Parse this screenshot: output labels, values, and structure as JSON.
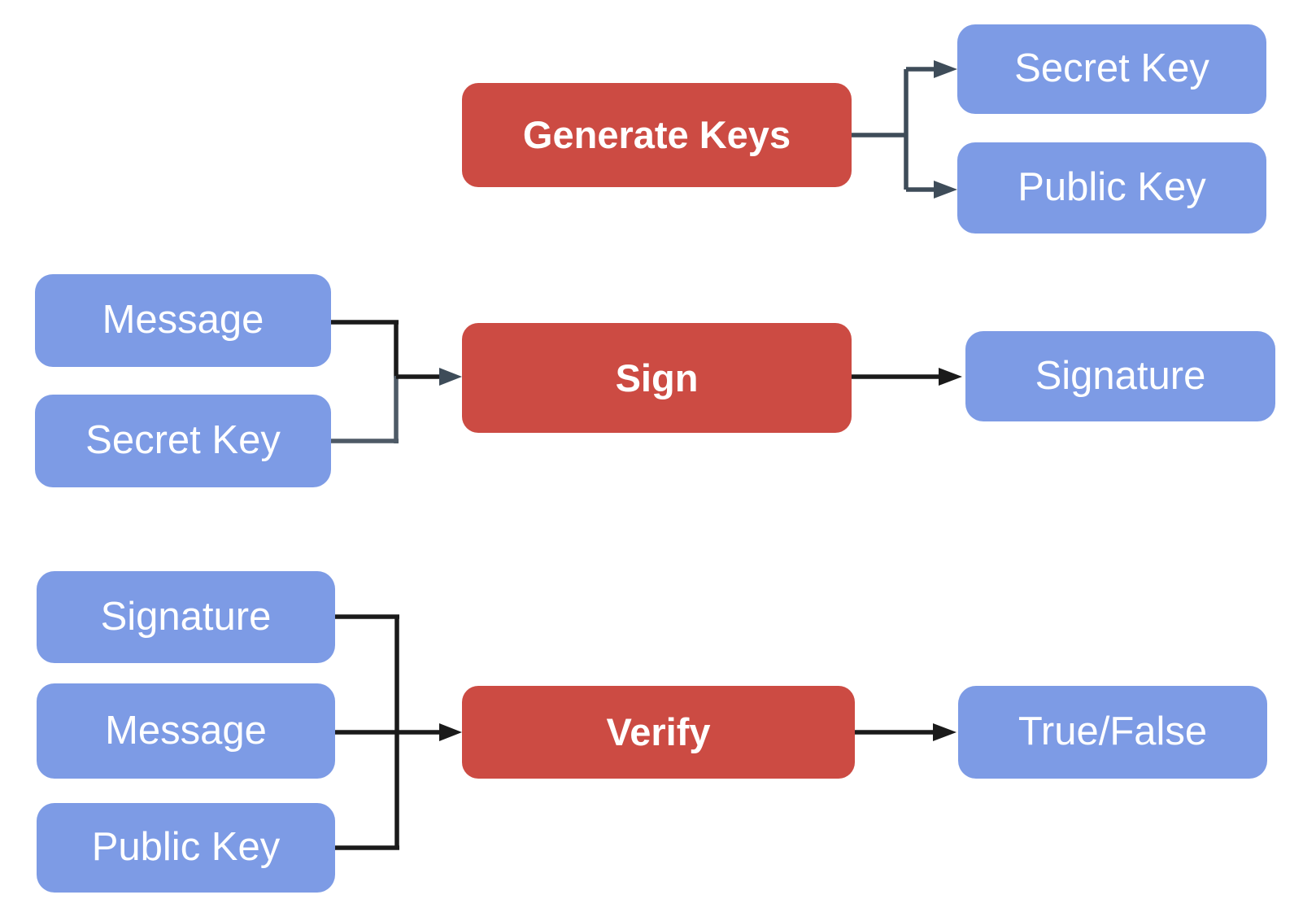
{
  "colors": {
    "process_fill": "#CC4B43",
    "data_fill": "#7D9BE5",
    "connector_slate": "#3E4C59",
    "connector_black": "#1A1A1A",
    "connector_gray": "#4E5A66",
    "label_color": "#FFFFFF",
    "background": "#FFFFFF"
  },
  "diagram": {
    "type": "flowchart",
    "flows": [
      {
        "process": "Generate Keys",
        "inputs": [],
        "outputs": [
          "Secret Key",
          "Public Key"
        ]
      },
      {
        "process": "Sign",
        "inputs": [
          "Message",
          "Secret Key"
        ],
        "outputs": [
          "Signature"
        ]
      },
      {
        "process": "Verify",
        "inputs": [
          "Signature",
          "Message",
          "Public Key"
        ],
        "outputs": [
          "True/False"
        ]
      }
    ]
  }
}
